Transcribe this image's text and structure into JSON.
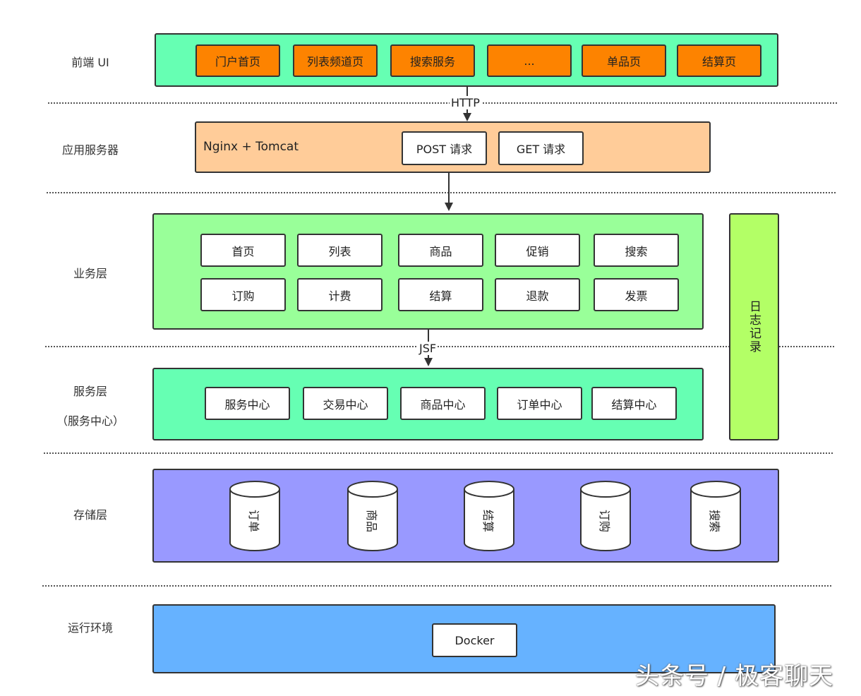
{
  "layers": {
    "frontend": {
      "label": "前端 UI",
      "items": [
        "门户首页",
        "列表频道页",
        "搜索服务",
        "...",
        "单品页",
        "结算页"
      ],
      "color": "#66ffb3",
      "item_color": "#fd8300"
    },
    "app_server": {
      "label": "应用服务器",
      "title": "Nginx + Tomcat",
      "items": [
        "POST 请求",
        "GET 请求"
      ],
      "color": "#ffcc99"
    },
    "business": {
      "label": "业务层",
      "row1": [
        "首页",
        "列表",
        "商品",
        "促销",
        "搜索"
      ],
      "row2": [
        "订购",
        "计费",
        "结算",
        "退款",
        "发票"
      ],
      "color": "#99ff99"
    },
    "service": {
      "label": "服务层",
      "sublabel": "（服务中心）",
      "items": [
        "服务中心",
        "交易中心",
        "商品中心",
        "订单中心",
        "结算中心"
      ],
      "color": "#66ffb3"
    },
    "storage": {
      "label": "存储层",
      "items": [
        "订单",
        "商品",
        "结算",
        "订购",
        "搜索"
      ],
      "color": "#9999ff"
    },
    "runtime": {
      "label": "运行环境",
      "items": [
        "Docker"
      ],
      "color": "#66b2ff"
    }
  },
  "log": {
    "label": "日志记录",
    "color": "#b3ff66"
  },
  "connectors": {
    "http": "HTTP",
    "jsf": "JSF"
  },
  "watermark": "头条号 / 极客聊天"
}
